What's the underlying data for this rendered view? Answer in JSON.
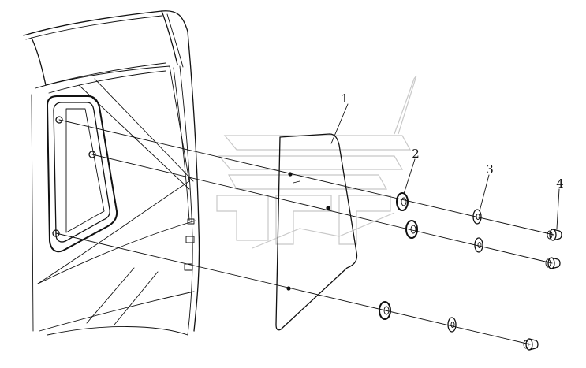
{
  "callouts": [
    {
      "id": "1",
      "label": "1",
      "part": "glass-pane"
    },
    {
      "id": "2",
      "label": "2",
      "part": "rubber-grommet"
    },
    {
      "id": "3",
      "label": "3",
      "part": "washer"
    },
    {
      "id": "4",
      "label": "4",
      "part": "bolt"
    }
  ],
  "colors": {
    "line": "#111111",
    "watermark": "#c8c8c8",
    "background": "#ffffff"
  }
}
